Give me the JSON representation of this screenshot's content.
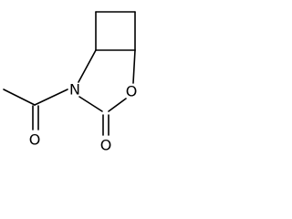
{
  "molecule": {
    "atoms": {
      "nitrogen": "N",
      "ring_oxygen": "O",
      "carbonyl_oxygen_ring": "O",
      "carbonyl_oxygen_acetyl": "O"
    },
    "colors": {
      "bond": "#000000",
      "label": "#000000",
      "background": "#ffffff"
    }
  }
}
